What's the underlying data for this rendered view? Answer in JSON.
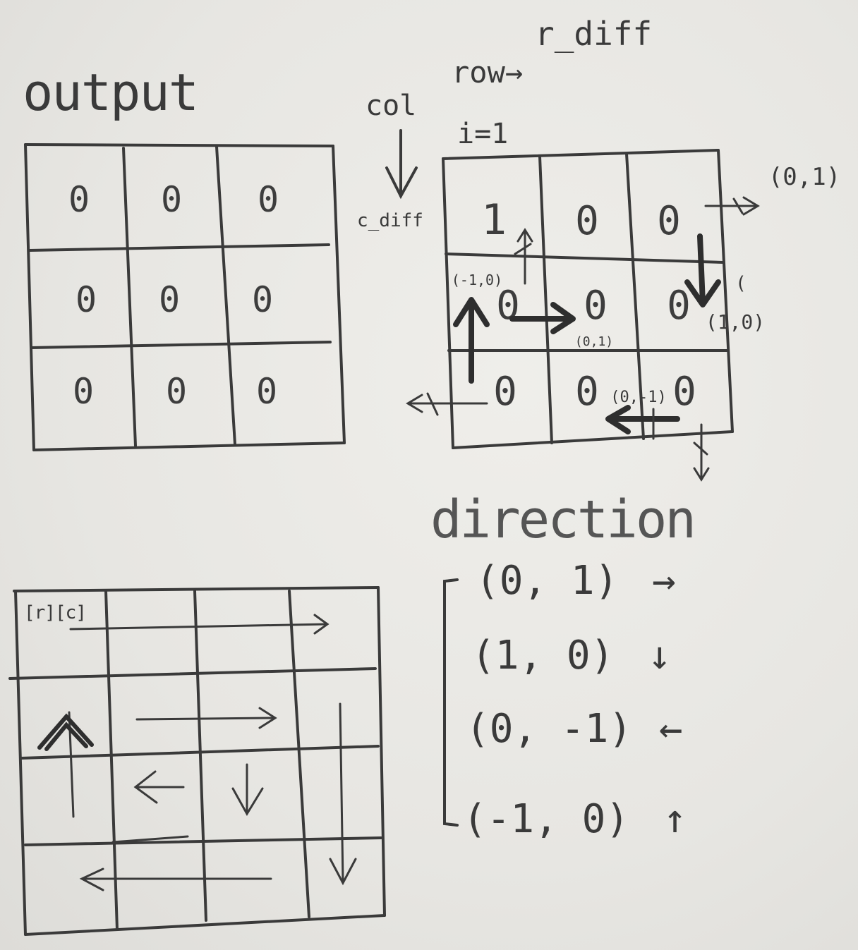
{
  "titles": {
    "output": "output",
    "r_diff": "r_diff",
    "row_arrow": "row→",
    "col": "col",
    "c_diff": "c_diff",
    "i_eq": "i=1",
    "direction": "direction"
  },
  "output_grid": [
    [
      "0",
      "0",
      "0"
    ],
    [
      "0",
      "0",
      "0"
    ],
    [
      "0",
      "0",
      "0"
    ]
  ],
  "walk_grid": [
    [
      "1",
      "0",
      "0"
    ],
    [
      "0",
      "0",
      "0"
    ],
    [
      "0",
      "0",
      "0"
    ]
  ],
  "walk_labels": {
    "top_right": "(0,1)",
    "up_left": "(-1,0)",
    "mid_right": "(0,1)",
    "right_down": "(1,0)",
    "bottom_left": "(0,-1)",
    "paren": "("
  },
  "spiral_label": "[r][c]",
  "directions": [
    {
      "vec": "(0, 1)",
      "arrow": "→"
    },
    {
      "vec": "(1, 0)",
      "arrow": "↓"
    },
    {
      "vec": "(0, -1)",
      "arrow": "←"
    },
    {
      "vec": "(-1, 0)",
      "arrow": "↑"
    }
  ],
  "colors": {
    "ink": "#3a3a3a",
    "paper": "#e9e8e4"
  }
}
